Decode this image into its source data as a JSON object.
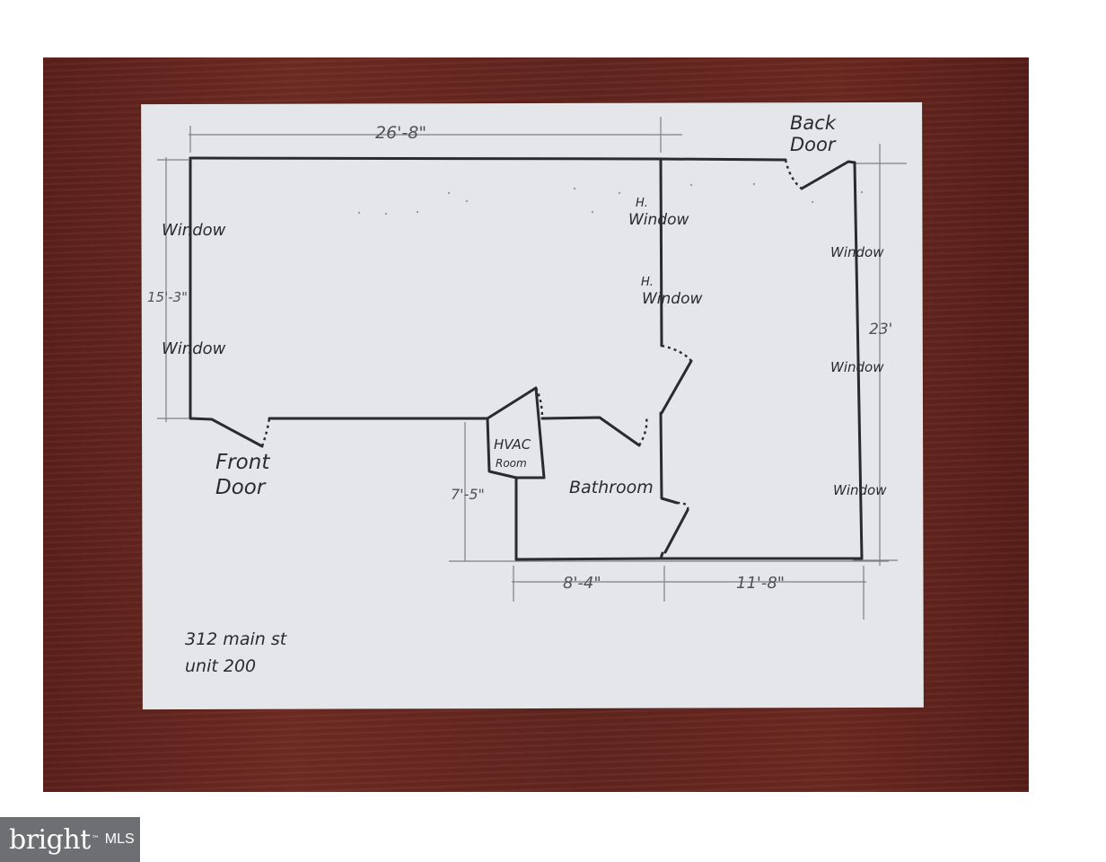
{
  "plan": {
    "dim_top_width": "26'-8\"",
    "dim_left_height": "15'-3\"",
    "dim_right_height": "23'",
    "dim_hvac_height": "7'-5\"",
    "dim_bottom_left": "8'-4\"",
    "dim_bottom_right": "11'-8\"",
    "label_back_door_1": "Back",
    "label_back_door_2": "Door",
    "label_front_door_1": "Front",
    "label_front_door_2": "Door",
    "label_window_left_1": "Window",
    "label_window_left_2": "Window",
    "label_hwindow_1_h": "H.",
    "label_hwindow_1": "Window",
    "label_hwindow_2_h": "H.",
    "label_hwindow_2": "Window",
    "label_window_right_1": "Window",
    "label_window_right_2": "Window",
    "label_window_right_3": "Window",
    "label_hvac_1": "HVAC",
    "label_hvac_2": "Room",
    "label_bathroom": "Bathroom",
    "address_1": "312 main st",
    "address_2": "unit 200"
  },
  "watermark": {
    "brand": "bright",
    "trademark": "™",
    "suffix": "MLS"
  },
  "colors": {
    "board": "#5f241d",
    "paper": "#e4e6ea",
    "ink": "#2b2b2f",
    "badge": "#6e6f72"
  }
}
